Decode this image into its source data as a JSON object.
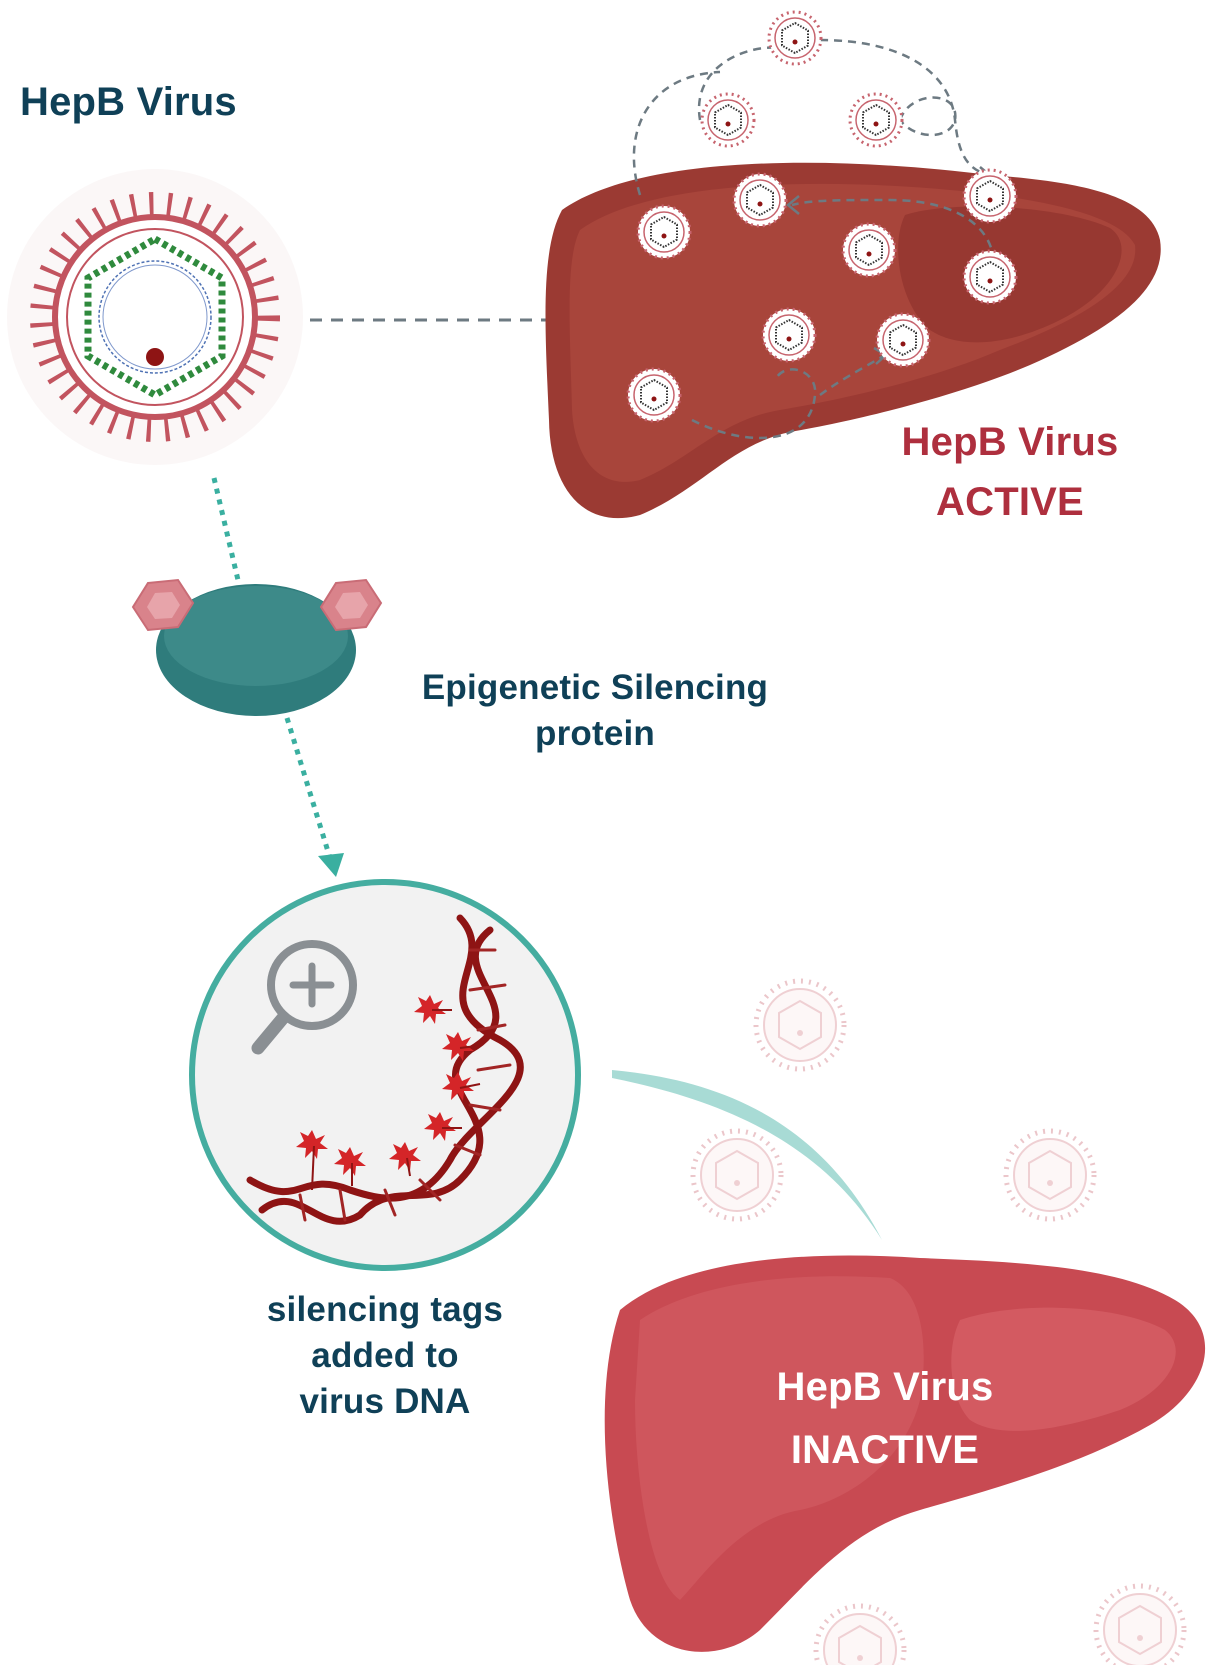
{
  "labels": {
    "hepb_virus": "HepB Virus",
    "active_line1": "HepB Virus",
    "active_line2": "ACTIVE",
    "protein_line1": "Epigenetic Silencing",
    "protein_line2": "protein",
    "tags_line1": "silencing tags",
    "tags_line2": "added to",
    "tags_line3": "virus DNA",
    "inactive_line1": "HepB Virus",
    "inactive_line2": "INACTIVE"
  },
  "colors": {
    "title_teal": "#0f4057",
    "active_red": "#ae2f3e",
    "liver_active": "#9b3a33",
    "liver_inactive": "#c84a52",
    "protein_teal": "#2f7c7c",
    "protein_cap": "#d9838b",
    "circle_border": "#45ada0",
    "dna_red": "#8e1414",
    "tag_red": "#d42528",
    "virus_spike": "#c2545f",
    "virus_green": "#2f8a3d",
    "arrow_gray": "#6d7a82",
    "arrow_teal": "#3aafa0"
  },
  "icons": [
    "virus-icon",
    "liver-icon",
    "protein-icon",
    "magnifier-plus-icon",
    "dna-helix-icon"
  ]
}
